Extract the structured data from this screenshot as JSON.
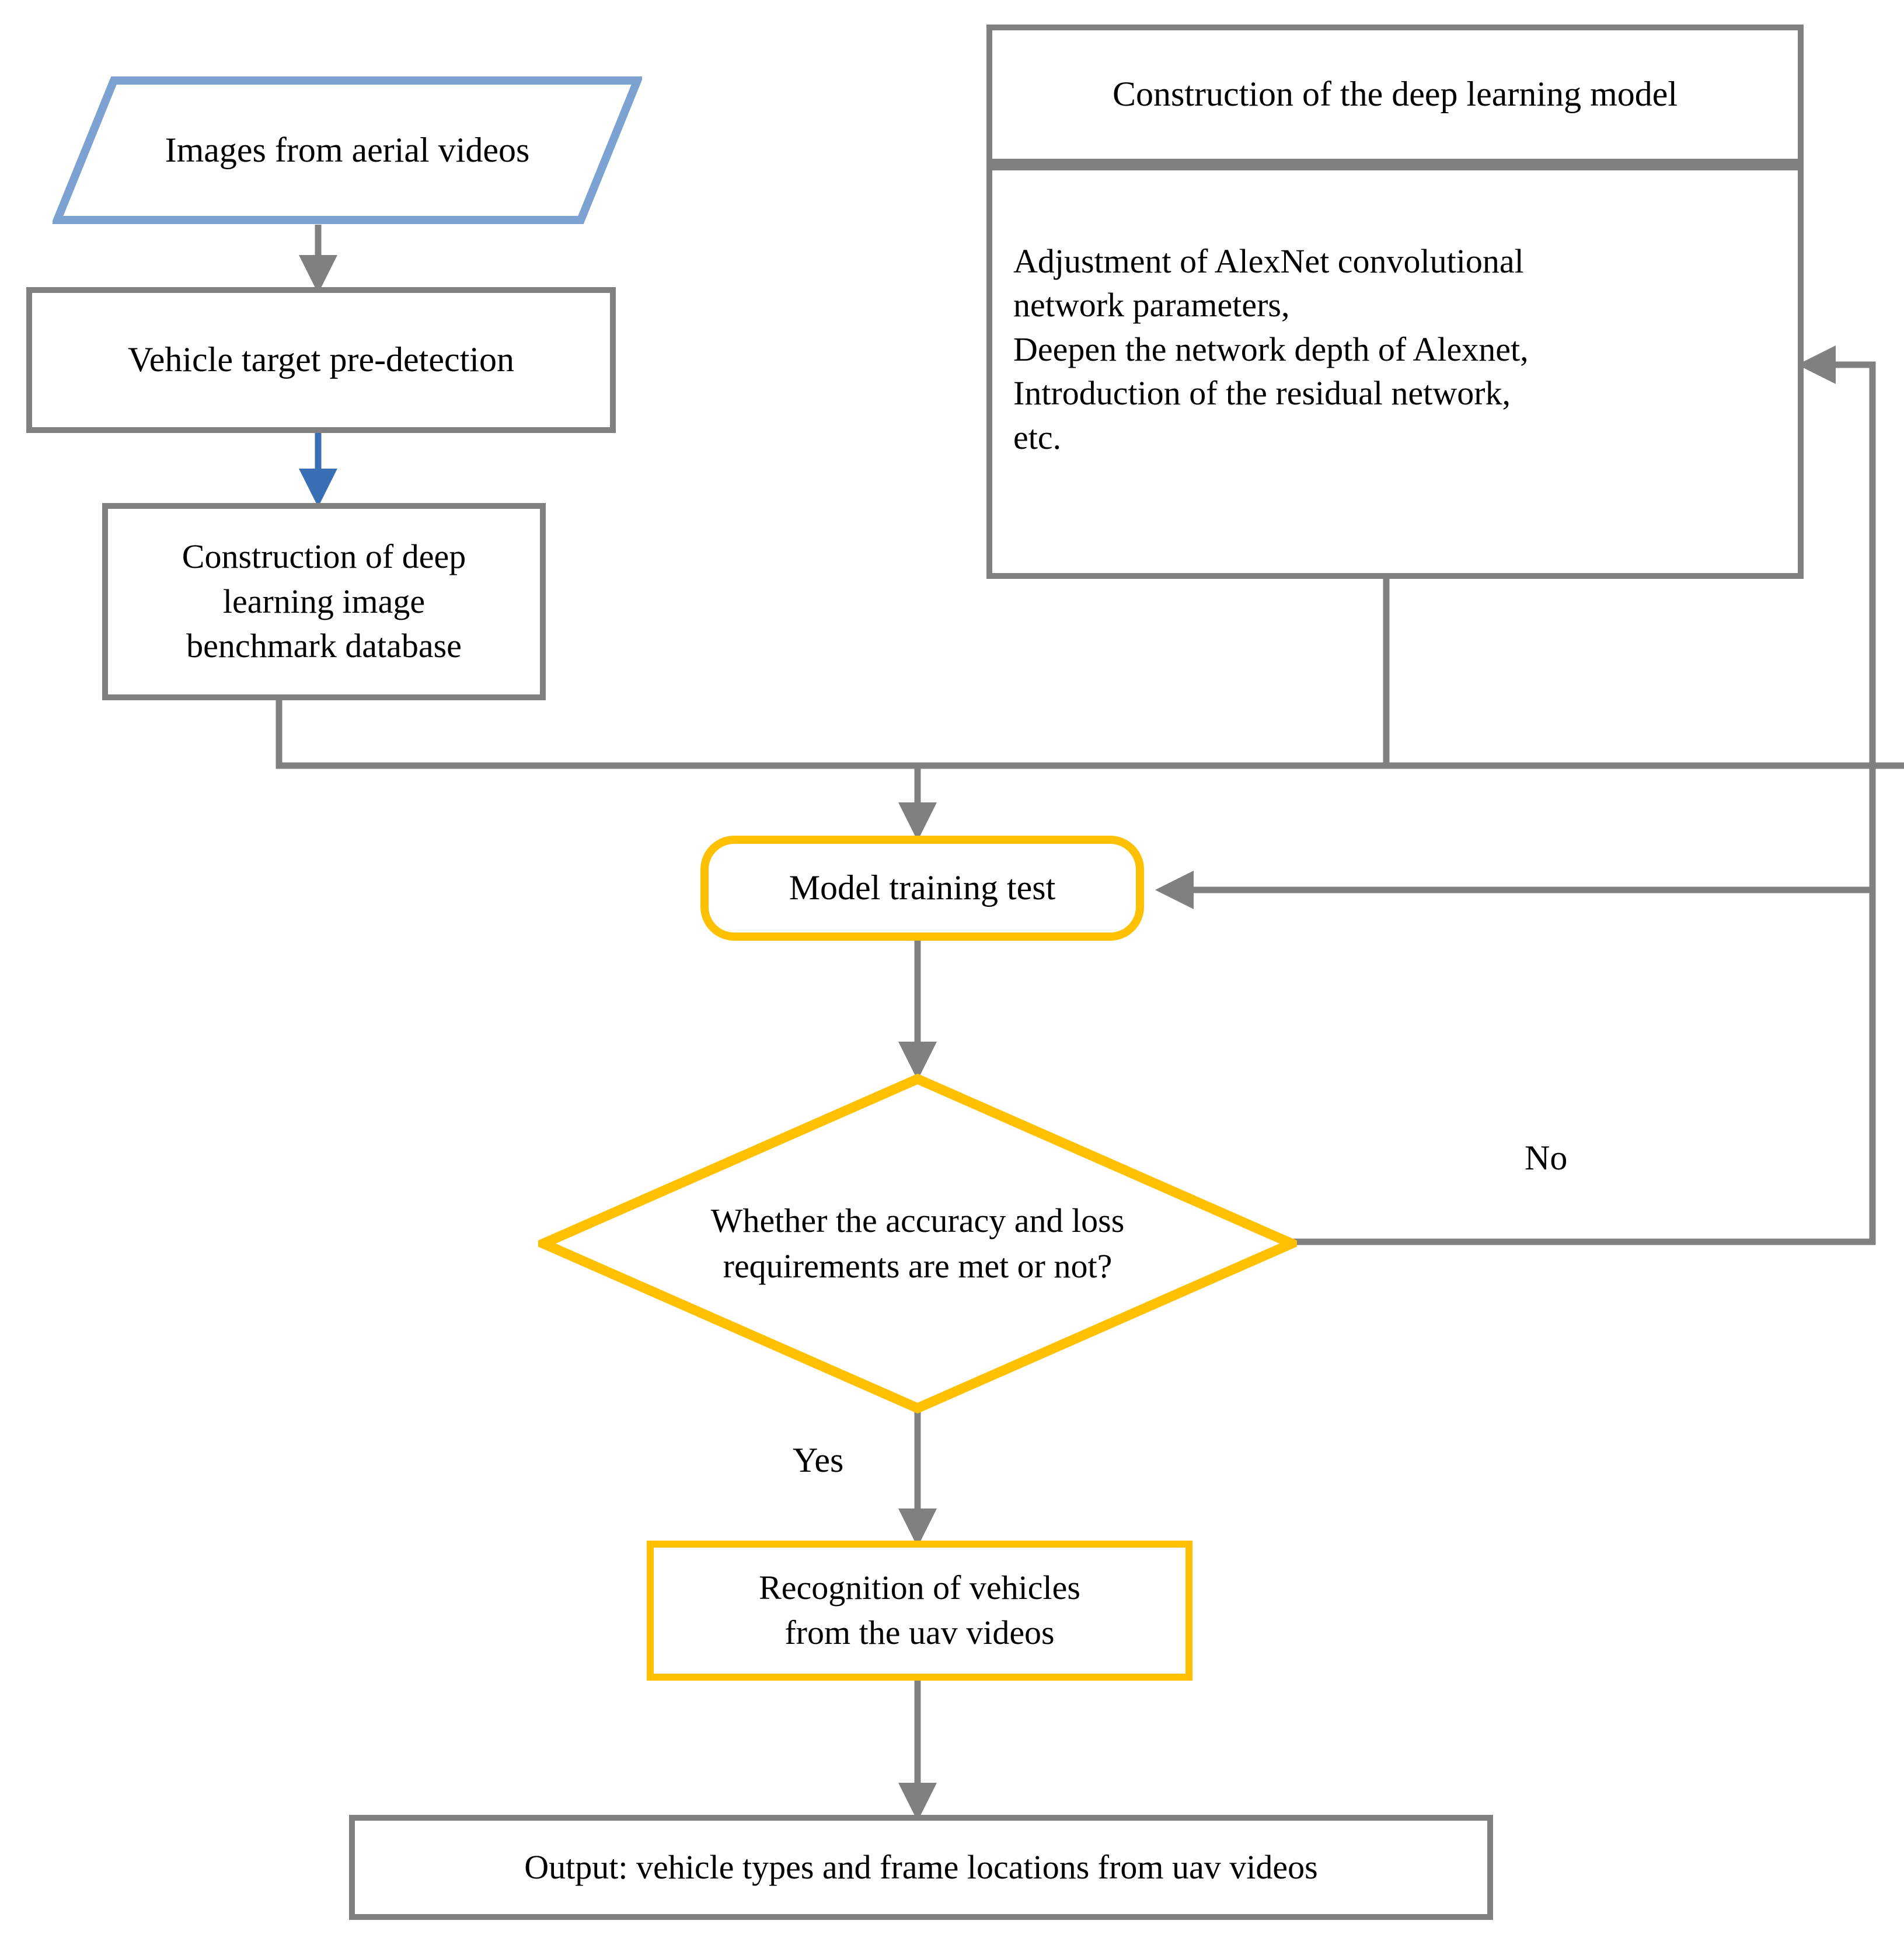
{
  "diagram": {
    "title": "Deep-learning UAV vehicle recognition flowchart",
    "colors": {
      "gray_border": "#808080",
      "blue_border": "#7BA2D0",
      "orange_border": "#FFC000",
      "blue_arrow": "#3A6FB5",
      "gray_arrow": "#808080",
      "text": "#000000",
      "background": "#FFFFFF"
    },
    "nodes": {
      "input_images": {
        "label": "Images from aerial videos",
        "shape": "parallelogram",
        "border_color": "#7BA2D0"
      },
      "pre_detection": {
        "label": "Vehicle target pre-detection",
        "shape": "rectangle",
        "border_color": "#808080"
      },
      "benchmark_db": {
        "label": "Construction of deep learning image benchmark database",
        "lines": [
          "Construction of deep",
          "learning image",
          "benchmark database"
        ],
        "shape": "rectangle",
        "border_color": "#808080"
      },
      "model_header": {
        "label": "Construction of the deep learning model",
        "shape": "rectangle",
        "border_color": "#808080"
      },
      "model_details": {
        "label": "Adjustment of AlexNet convolutional network parameters, Deepen the network depth of Alexnet, Introduction of the  residual network, etc.",
        "lines": [
          "Adjustment of AlexNet convolutional",
          "network parameters,",
          "Deepen the network depth of Alexnet,",
          "Introduction of the  residual network,",
          "etc."
        ],
        "shape": "rectangle",
        "border_color": "#808080"
      },
      "model_training": {
        "label": "Model training test",
        "shape": "rounded-rectangle",
        "border_color": "#FFC000"
      },
      "decision": {
        "label": "Whether the accuracy and loss requirements are met or not?",
        "lines": [
          "Whether the accuracy and loss",
          "requirements are met or not?"
        ],
        "shape": "diamond",
        "border_color": "#FFC000"
      },
      "recognition": {
        "label": "Recognition of vehicles from the uav videos",
        "lines": [
          "Recognition of vehicles",
          "from the uav videos"
        ],
        "shape": "rectangle",
        "border_color": "#FFC000"
      },
      "output": {
        "label": "Output:  vehicle types and frame locations from uav videos",
        "shape": "rectangle",
        "border_color": "#808080"
      }
    },
    "edge_labels": {
      "yes": "Yes",
      "no": "No"
    }
  }
}
